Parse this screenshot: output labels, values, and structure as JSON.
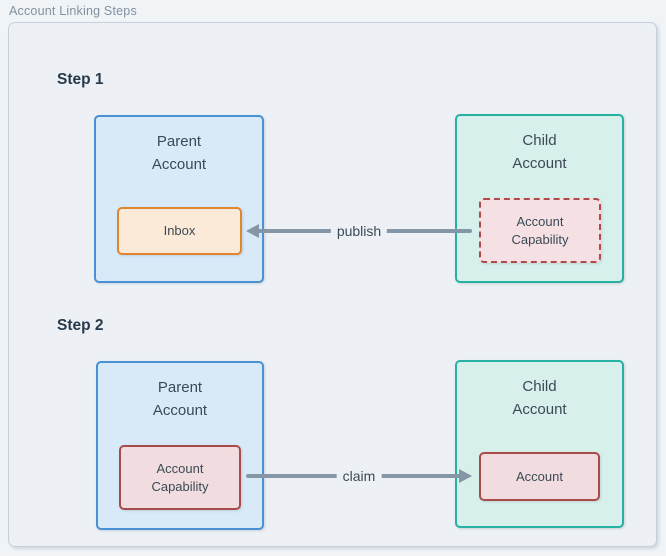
{
  "diagram": {
    "title": "Account Linking Steps",
    "colors": {
      "canvas_bg": "#edf1f5",
      "container_border": "#c6d0da",
      "parent_fill": "#d8e9f8",
      "parent_border": "#4a90d5",
      "child_fill": "#d7f0ec",
      "child_border": "#27b1a1",
      "inbox_fill": "#fcead9",
      "inbox_border": "#e0862f",
      "capability_fill": "#f2dee0",
      "capability_border": "#a84c4b",
      "arrow": "#8596a7",
      "text": "#3b4a56"
    },
    "steps": [
      {
        "label": "Step 1",
        "parent": {
          "title": "Parent Account",
          "inner": "Inbox"
        },
        "child": {
          "title": "Child Account",
          "inner": "Account Capability"
        },
        "arrow": {
          "label": "publish",
          "direction": "left",
          "from": "Account Capability",
          "to": "Inbox"
        }
      },
      {
        "label": "Step 2",
        "parent": {
          "title": "Parent Account",
          "inner": "Account Capability"
        },
        "child": {
          "title": "Child Account",
          "inner": "Account"
        },
        "arrow": {
          "label": "claim",
          "direction": "right",
          "from": "Account Capability",
          "to": "Account"
        }
      }
    ]
  }
}
